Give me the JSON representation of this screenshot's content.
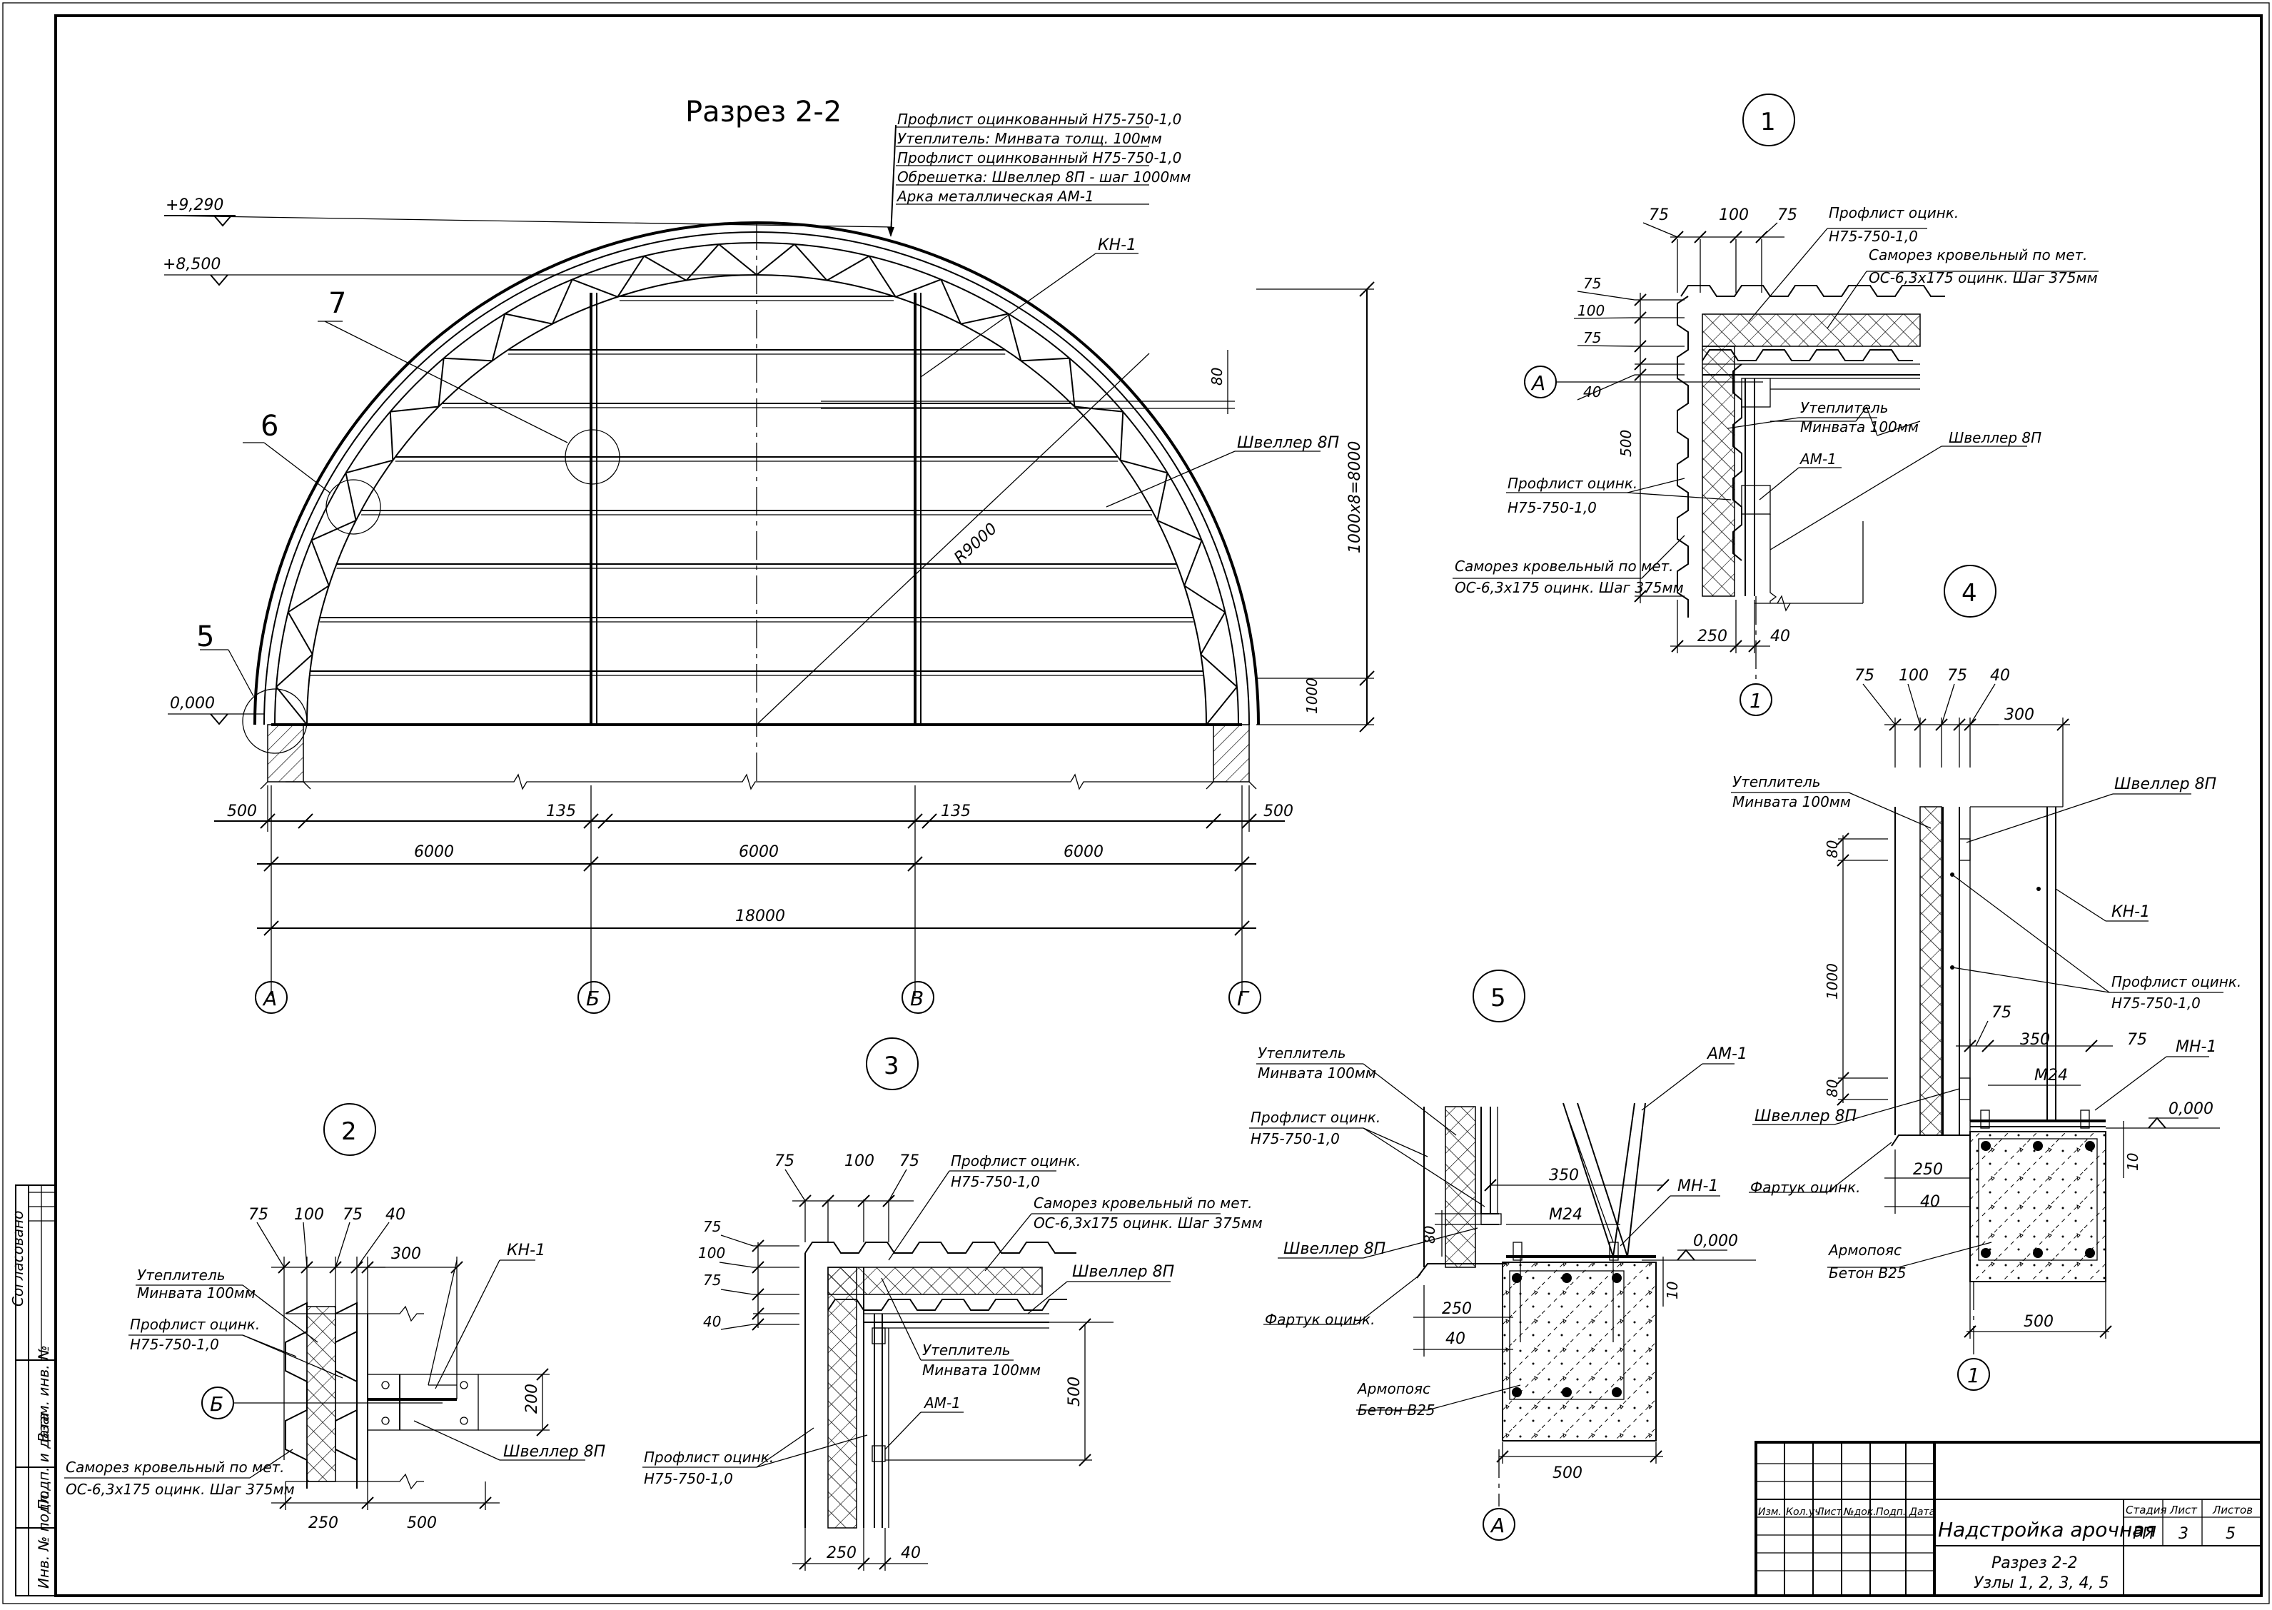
{
  "section": {
    "title": "Разрез 2-2",
    "layers": [
      "Профлист оцинкованный Н75-750-1,0",
      "Утеплитель: Минвата толщ. 100мм",
      "Профлист оцинкованный Н75-750-1,0",
      "Обрешетка: Швеллер 8П - шаг 1000мм",
      "Арка металлическая АМ-1"
    ],
    "levels": [
      "+9,290",
      "+8,500",
      "0,000"
    ],
    "labels": {
      "kn": "КН-1",
      "channel": "Швеллер 8П",
      "radius": "R9000",
      "height_dim": "1000х8=8000",
      "dim80": "80",
      "dim1000": "1000"
    },
    "node_refs": [
      "5",
      "6",
      "7"
    ],
    "dims": {
      "d500l": "500",
      "d135a": "135",
      "d135b": "135",
      "d500r": "500",
      "s1": "6000",
      "s2": "6000",
      "s3": "6000",
      "total": "18000"
    },
    "axes": [
      "А",
      "Б",
      "В",
      "Г"
    ]
  },
  "node1": {
    "number": "1",
    "dims_top": [
      "75",
      "100",
      "75"
    ],
    "dims_left": [
      "75",
      "100",
      "75",
      "40",
      "500"
    ],
    "dims_bottom": [
      "250",
      "40"
    ],
    "axis": "А",
    "axis_bottom": "1",
    "labels": {
      "prof_top_1": "Профлист оцинк.",
      "prof_top_2": "Н75-750-1,0",
      "screw_top_1": "Саморез кровельный по мет.",
      "screw_top_2": "ОС-6,3х175 оцинк. Шаг 375мм",
      "ins_1": "Утеплитель",
      "ins_2": "Минвата 100мм",
      "am": "АМ-1",
      "channel": "Швеллер 8П",
      "prof_left_1": "Профлист оцинк.",
      "prof_left_2": "Н75-750-1,0",
      "screw_left_1": "Саморез кровельный по мет.",
      "screw_left_2": "ОС-6,3х175 оцинк. Шаг 375мм"
    }
  },
  "node2": {
    "number": "2",
    "dims_top": [
      "75",
      "100",
      "75",
      "40"
    ],
    "dim300": "300",
    "dim200": "200",
    "dims_bottom": [
      "250",
      "500"
    ],
    "axis": "Б",
    "labels": {
      "kn": "КН-1",
      "ins_1": "Утеплитель",
      "ins_2": "Минвата 100мм",
      "prof_1": "Профлист оцинк.",
      "prof_2": "Н75-750-1,0",
      "channel": "Швеллер 8П",
      "screw_1": "Саморез кровельный по мет.",
      "screw_2": "ОС-6,3х175 оцинк. Шаг 375мм"
    }
  },
  "node3": {
    "number": "3",
    "dims_top": [
      "75",
      "100",
      "75"
    ],
    "dims_left": [
      "75",
      "100",
      "75",
      "40"
    ],
    "dim500": "500",
    "dims_bottom": [
      "250",
      "40"
    ],
    "labels": {
      "prof_top_1": "Профлист оцинк.",
      "prof_top_2": "Н75-750-1,0",
      "screw_1": "Саморез кровельный по мет.",
      "screw_2": "ОС-6,3х175 оцинк. Шаг 375мм",
      "channel": "Швеллер 8П",
      "ins_1": "Утеплитель",
      "ins_2": "Минвата 100мм",
      "am": "АМ-1",
      "prof_bot_1": "Профлист оцинк.",
      "prof_bot_2": "Н75-750-1,0"
    }
  },
  "node4": {
    "number": "4",
    "dims_top": [
      "75",
      "100",
      "75",
      "40"
    ],
    "dim300": "300",
    "dims_left": [
      "80",
      "1000",
      "80"
    ],
    "dim75a": "75",
    "dim350": "350",
    "dim75b": "75",
    "m24": "М24",
    "level": "0,000",
    "dim10": "10",
    "dims_bottom": [
      "250",
      "40",
      "500"
    ],
    "axis_bottom": "1",
    "labels": {
      "ins_1": "Утеплитель",
      "ins_2": "Минвата 100мм",
      "channel_top": "Швеллер 8П",
      "kn": "КН-1",
      "prof_1": "Профлист оцинк.",
      "prof_2": "Н75-750-1,0",
      "mn": "МН-1",
      "channel_bot": "Швеллер 8П",
      "flash": "Фартук оцинк.",
      "belt_1": "Армопояс",
      "belt_2": "Бетон В25"
    }
  },
  "node5": {
    "number": "5",
    "dim350": "350",
    "m24": "М24",
    "dim80": "80",
    "level": "0,000",
    "dim10": "10",
    "dims_bottom": [
      "250",
      "40",
      "500"
    ],
    "axis": "А",
    "labels": {
      "ins_1": "Утеплитель",
      "ins_2": "Минвата 100мм",
      "prof_1": "Профлист оцинк.",
      "prof_2": "Н75-750-1,0",
      "am": "АМ-1",
      "mn": "МН-1",
      "channel": "Швеллер 8П",
      "flash": "Фартук оцинк.",
      "belt_1": "Армопояс",
      "belt_2": "Бетон В25"
    }
  },
  "stamp": {
    "cols": [
      "Изм.",
      "Кол.уч",
      "Лист",
      "№док.",
      "Подп.",
      "Дата"
    ],
    "title": "Надстройка арочная",
    "subtitle_1": "Разрез 2-2",
    "subtitle_2": "Узлы 1, 2, 3, 4, 5",
    "stage_h": "Стадия",
    "sheet_h": "Лист",
    "sheets_h": "Листов",
    "stage": "РП",
    "sheet": "3",
    "sheets": "5"
  },
  "side": {
    "approved": "Согласовано",
    "inv": "Взам. инв. №",
    "sign": "Подп. и дата",
    "orig": "Инв. № подл."
  }
}
